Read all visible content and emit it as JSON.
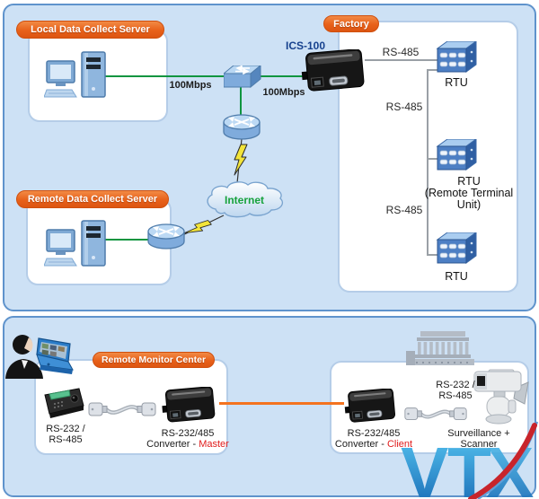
{
  "top_panel": {
    "local_server_pill": "Local Data Collect Server",
    "remote_server_pill": "Remote Data Collect Server",
    "factory_pill": "Factory",
    "ics_device_label": "ICS-100",
    "link_speed_left": "100Mbps",
    "link_speed_right": "100Mbps",
    "internet_label": "Internet",
    "rs485_link_top": "RS-485",
    "rs485_link_mid": "RS-485",
    "rs485_link_bottom": "RS-485",
    "rtu_top_label": "RTU",
    "rtu_mid_label_line1": "RTU",
    "rtu_mid_label_line2": "(Remote Terminal",
    "rtu_mid_label_line3": "Unit)",
    "rtu_bottom_label": "RTU"
  },
  "bottom_panel": {
    "monitor_center_pill": "Remote Monitor Center",
    "keyboard_serial_line1": "RS-232 /",
    "keyboard_serial_line2": "RS-485",
    "master_converter_line1": "RS-232/485",
    "master_converter_prefix": "Converter - ",
    "master_converter_role": "Master",
    "client_converter_line1": "RS-232/485",
    "client_converter_prefix": "Converter - ",
    "client_converter_role": "Client",
    "camera_serial_line1": "RS-232 /",
    "camera_serial_line2": "RS-485",
    "camera_label_line1": "Surveillance +",
    "camera_label_line2": "Scanner"
  },
  "watermark": {
    "letter_v": "V",
    "letter_t": "T",
    "letter_x": "X"
  },
  "colors": {
    "panel_bg": "#cde1f5",
    "panel_border": "#5f93cc",
    "box_border": "#b5cde8",
    "pill_orange": "#e8611a",
    "ethernet_green": "#0f9540",
    "serial_gray": "#9aa0a6",
    "converter_link_orange": "#f4731f",
    "role_red": "#e01b1b",
    "ics_label_blue": "#16418e",
    "internet_green": "#17a23c",
    "watermark_blue": "#1b75bb",
    "watermark_red": "#c8242b"
  },
  "icons": {
    "workstation-server-icon": "desktop pc + server tower",
    "switch-icon": "ethernet switch 3d box",
    "router-icon": "router cylinder with arrows",
    "internet-cloud-icon": "cloud",
    "lightning-bolt-icon": "wan link bolt",
    "ics100-device-icon": "black serial device server",
    "rtu-device-icon": "blue remote terminal unit",
    "operator-icon": "person silhouette",
    "laptop-icon": "laptop with cctv feeds",
    "keyboard-controller-icon": "ptz keyboard controller",
    "serial-cable-icon": "db9 serial cable",
    "converter-device-icon": "black rs-232/485 converter",
    "building-icon": "classical building",
    "ptz-camera-icon": "surveillance pan-tilt camera",
    "vtx-logo": "VTX watermark with red swoosh"
  }
}
